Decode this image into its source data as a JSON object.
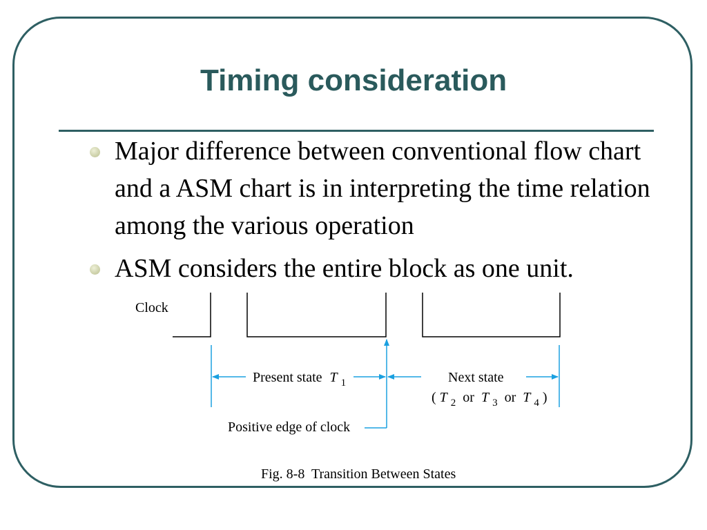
{
  "title": "Timing consideration",
  "bullets": [
    "Major difference between conventional flow chart and a ASM chart is in interpreting the time relation among the various operation",
    "ASM considers the entire block as one unit."
  ],
  "diagram": {
    "clock_label": "Clock",
    "present_state_label": "Present state",
    "present_state_var": "T",
    "present_state_sub": "1",
    "next_state_label": "Next state",
    "next_state_open": "(",
    "next_state_t2": "T",
    "next_state_t2_sub": "2",
    "next_state_or1": " or ",
    "next_state_t3": "T",
    "next_state_t3_sub": "3",
    "next_state_or2": " or ",
    "next_state_t4": "T",
    "next_state_t4_sub": "4",
    "next_state_close": ")",
    "edge_label": "Positive edge of clock",
    "caption": "Fig. 8-8  Transition Between States"
  },
  "colors": {
    "accent": "#2e5f63",
    "title": "#2a5a5c",
    "arrow": "#1aa0e0",
    "bullet": "#c9cda4"
  }
}
